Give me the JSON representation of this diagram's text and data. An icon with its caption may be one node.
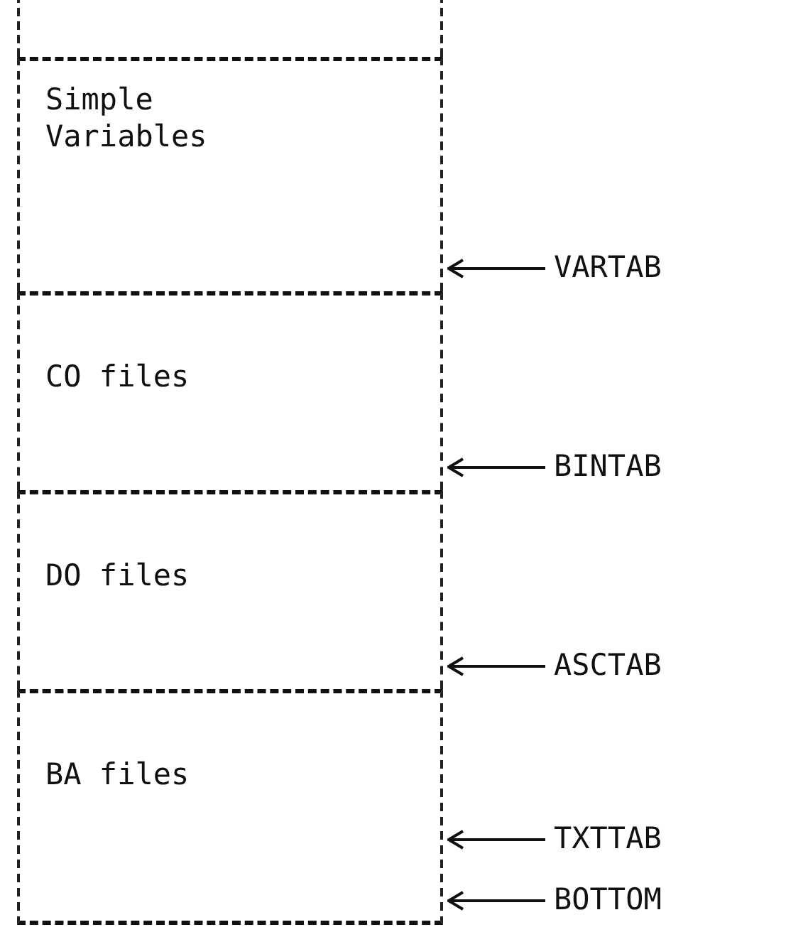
{
  "diagram": {
    "nodes": [
      {
        "text": [],
        "shape": "box"
      },
      {
        "text": [
          "Simple Variables"
        ]
      },
      {
        "text": [
          "CO files"
        ]
      },
      {
        "text": [
          "DO files"
        ]
      },
      {
        "text": [
          "BA files"
        ]
      },
      {
        "text": [
          "VARTAB"
        ]
      },
      {
        "text": [
          "BINTAB"
        ]
      },
      {
        "text": [
          "ASCTAB"
        ]
      },
      {
        "text": [
          "TXTTAB"
        ]
      },
      {
        "text": [
          "BOTTOM"
        ]
      }
    ],
    "edges": [
      {
        "from": 5,
        "to": 1,
        "arrow": "to"
      },
      {
        "from": 6,
        "to": 2,
        "arrow": "to"
      },
      {
        "from": 7,
        "to": 3,
        "arrow": "to"
      },
      {
        "from": 8,
        "to": 4,
        "arrow": "to"
      },
      {
        "from": 9,
        "to": 4,
        "arrow": "to"
      }
    ]
  }
}
